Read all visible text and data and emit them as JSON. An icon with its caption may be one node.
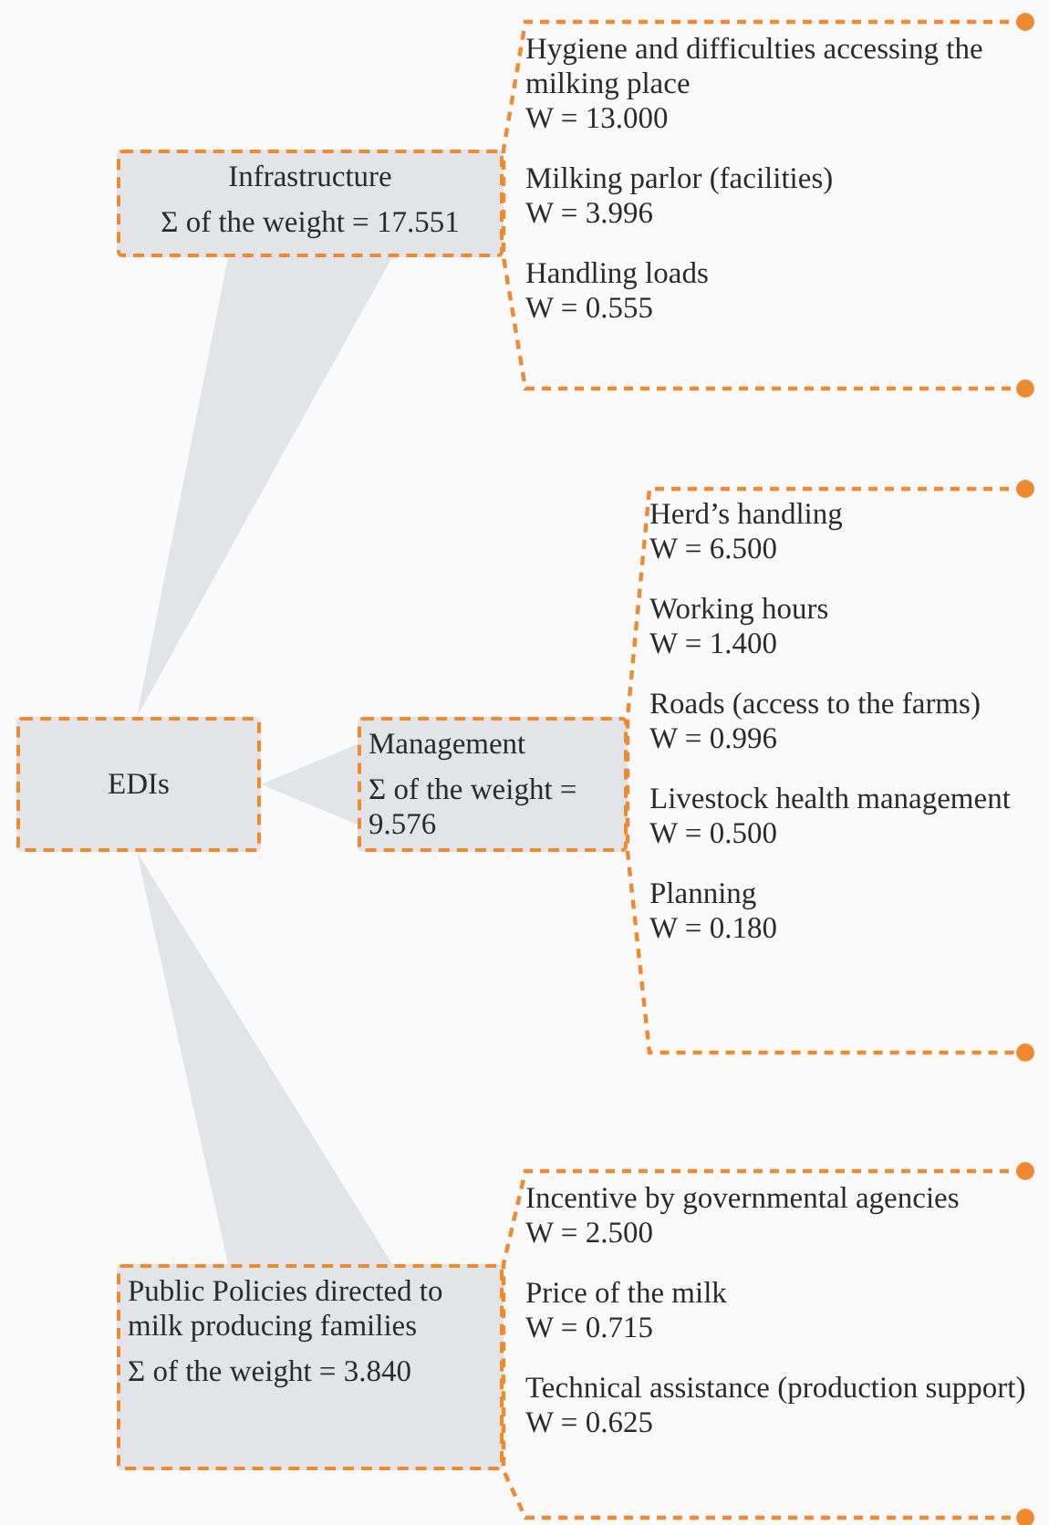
{
  "diagram": {
    "nodes": [
      {
        "text": [
          "EDIs"
        ]
      },
      {
        "text": [
          "Infrastructure",
          "Σ of the weight = 17.551"
        ]
      },
      {
        "text": [],
        "shape": "bracket"
      },
      {
        "text": [
          "Hygiene and difficulties accessing the milking place",
          "W = 13.000"
        ],
        "in": 2
      },
      {
        "text": [
          "Milking parlor (facilities)",
          "W = 3.996"
        ],
        "in": 2
      },
      {
        "text": [
          "Handling loads",
          "W = 0.555"
        ],
        "in": 2
      },
      {
        "text": [
          "Management",
          "Σ of the weight = 9.576"
        ]
      },
      {
        "text": [],
        "shape": "bracket"
      },
      {
        "text": [
          "Herd’s handling",
          "W = 6.500"
        ],
        "in": 7
      },
      {
        "text": [
          "Working hours",
          "W = 1.400"
        ],
        "in": 7
      },
      {
        "text": [
          "Roads (access to the farms)",
          "W = 0.996"
        ],
        "in": 7
      },
      {
        "text": [
          "Livestock health management",
          "W = 0.500"
        ],
        "in": 7
      },
      {
        "text": [
          "Planning",
          "W = 0.180"
        ],
        "in": 7
      },
      {
        "text": [
          "Public Policies directed to milk producing families",
          "Σ of the weight = 3.840"
        ]
      },
      {
        "text": [],
        "shape": "bracket"
      },
      {
        "text": [
          "Incentive by governmental agencies",
          "W = 2.500"
        ],
        "in": 14
      },
      {
        "text": [
          "Price of the milk",
          "W = 0.715"
        ],
        "in": 14
      },
      {
        "text": [
          "Technical assistance (production support)",
          "W = 0.625"
        ],
        "in": 14
      }
    ],
    "edges": [
      {
        "from": 1,
        "to": 0,
        "arrow": "to",
        "style": "thick"
      },
      {
        "from": 6,
        "to": 0,
        "arrow": "to",
        "style": "thick"
      },
      {
        "from": 13,
        "to": 0,
        "arrow": "to",
        "style": "thick"
      }
    ]
  }
}
